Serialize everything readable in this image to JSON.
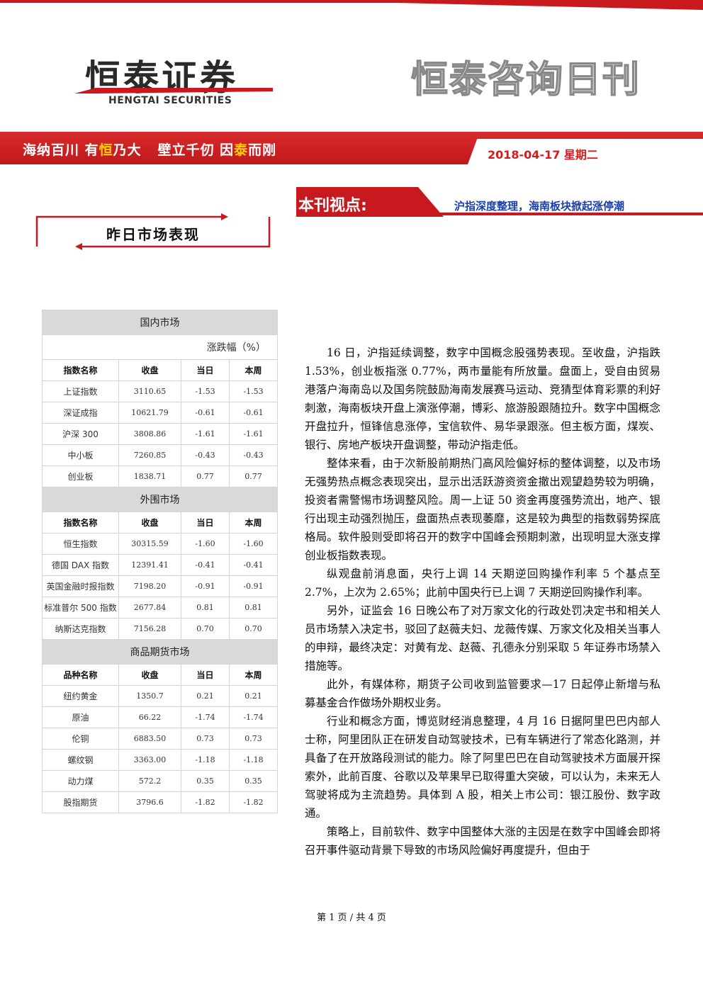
{
  "header": {
    "logo_cn": "恒泰证券",
    "logo_en": "HENGTAI SECURITIES",
    "publication_title": "恒泰咨询日刊",
    "slogan_parts": [
      "海纳百川 有",
      "恒",
      "乃大   壁立千仞 因",
      "泰",
      "而刚"
    ],
    "date": "2018-04-17 星期二",
    "colors": {
      "brand_red": "#c8191e",
      "highlight_yellow": "#ffd200",
      "headline_blue": "#1a3fa8"
    }
  },
  "viewpoint": {
    "label": "本刊视点:",
    "headline": "沪指深度整理，海南板块掀起涨停潮"
  },
  "section_title": "昨日市场表现",
  "market_table": {
    "unit_label": "涨跌幅（%）",
    "groups": [
      {
        "category": "国内市场",
        "header": [
          "指数名称",
          "收盘",
          "当日",
          "本周"
        ],
        "rows": [
          [
            "上证指数",
            "3110.65",
            "-1.53",
            "-1.53"
          ],
          [
            "深证成指",
            "10621.79",
            "-0.61",
            "-0.61"
          ],
          [
            "沪深 300",
            "3808.86",
            "-1.61",
            "-1.61"
          ],
          [
            "中小板",
            "7260.85",
            "-0.43",
            "-0.43"
          ],
          [
            "创业板",
            "1838.71",
            "0.77",
            "0.77"
          ]
        ]
      },
      {
        "category": "外围市场",
        "header": [
          "指数名称",
          "收盘",
          "当日",
          "本周"
        ],
        "rows": [
          [
            "恒生指数",
            "30315.59",
            "-1.60",
            "-1.60"
          ],
          [
            "德国 DAX 指数",
            "12391.41",
            "-0.41",
            "-0.41"
          ],
          [
            "英国金融时报指数",
            "7198.20",
            "-0.91",
            "-0.91"
          ],
          [
            "标准普尔 500 指数",
            "2677.84",
            "0.81",
            "0.81"
          ],
          [
            "纳斯达克指数",
            "7156.28",
            "0.70",
            "0.70"
          ]
        ]
      },
      {
        "category": "商品期货市场",
        "header": [
          "品种名称",
          "收盘",
          "当日",
          "本周"
        ],
        "rows": [
          [
            "纽约黄金",
            "1350.7",
            "0.21",
            "0.21"
          ],
          [
            "原油",
            "66.22",
            "-1.74",
            "-1.74"
          ],
          [
            "伦铜",
            "6883.50",
            "0.73",
            "0.73"
          ],
          [
            "螺纹钢",
            "3363.00",
            "-1.18",
            "-1.18"
          ],
          [
            "动力煤",
            "572.2",
            "0.35",
            "0.35"
          ],
          [
            "股指期货",
            "3796.6",
            "-1.82",
            "-1.82"
          ]
        ]
      }
    ]
  },
  "body": {
    "paragraphs": [
      "16 日，沪指延续调整，数字中国概念股强势表现。至收盘，沪指跌 1.53%，创业板指涨 0.77%，两市量能有所放量。盘面上，受自由贸易港落户海南岛以及国务院鼓励海南发展赛马运动、竞猜型体育彩票的利好刺激，海南板块开盘上演涨停潮，博彩、旅游股跟随拉升。数字中国概念开盘拉升，恒锋信息涨停，宝信软件、易华录跟涨。但主板方面，煤炭、银行、房地产板块开盘调整，带动沪指走低。",
      "整体来看，由于次新股前期热门高风险偏好标的整体调整，以及市场无强势热点概念表现突出，显示出活跃游资资金撤出观望趋势较为明确，投资者需警惕市场调整风险。周一上证 50 资金再度强势流出，地产、银行出现主动强烈抛压，盘面热点表现萎靡，这是较为典型的指数弱势探底格局。软件股则受即将召开的数字中国峰会预期刺激，出现明显大涨支撑创业板指数表现。",
      "纵观盘前消息面，央行上调 14 天期逆回购操作利率 5 个基点至 2.7%，上次为 2.65%；此前中国央行已上调 7 天期逆回购操作利率。",
      "另外，证监会 16 日晚公布了对万家文化的行政处罚决定书和相关人员市场禁入决定书，驳回了赵薇夫妇、龙薇传媒、万家文化及相关当事人的申辩，最终决定：对黄有龙、赵薇、孔德永分别采取 5 年证券市场禁入措施等。",
      "此外，有媒体称，期货子公司收到监管要求—17 日起停止新增与私募基金合作做场外期权业务。",
      "行业和概念方面，博览财经消息整理，4 月 16 日据阿里巴巴内部人士称，阿里团队正在研发自动驾驶技术，已有车辆进行了常态化路测，并具备了在开放路段测试的能力。除了阿里巴巴在自动驾驶技术方面展开探索外，此前百度、谷歌以及苹果早已取得重大突破，可以认为，未来无人驾驶将成为主流趋势。具体到 A 股，相关上市公司：银江股份、数字政通。",
      "策略上，目前软件、数字中国整体大涨的主因是在数字中国峰会即将召开事件驱动背景下导致的市场风险偏好再度提升，但由于"
    ]
  },
  "footer": {
    "page_text": "第 1 页 / 共 4 页"
  }
}
